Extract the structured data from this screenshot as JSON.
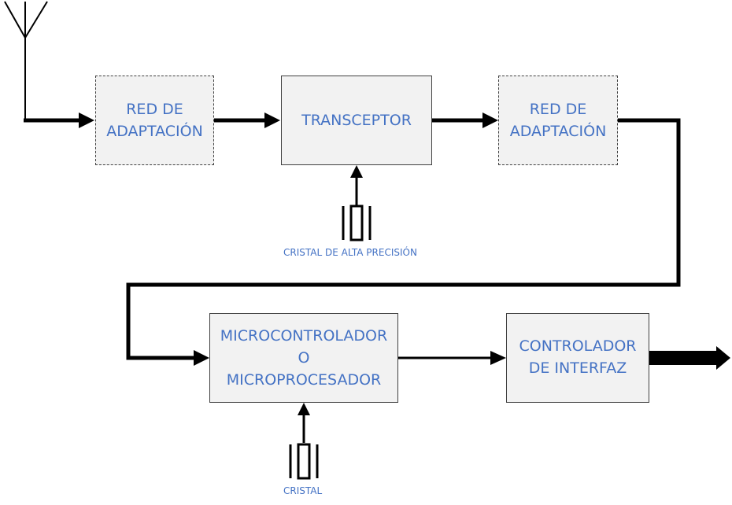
{
  "blocks": {
    "red1": "RED DE\nADAPTACIÓN",
    "transceptor": "TRANSCEPTOR",
    "red2": "RED DE\nADAPTACIÓN",
    "micro": "MICROCONTROLADOR\nO\nMICROPROCESADOR",
    "controlador": "CONTROLADOR\nDE INTERFAZ"
  },
  "captions": {
    "cristal_alta": "CRISTAL DE ALTA PRECISIÓN",
    "cristal": "CRISTAL"
  },
  "colors": {
    "text": "#4472c4",
    "box_fill": "#f2f2f2",
    "line": "#000000"
  },
  "icons": {
    "antenna": "antenna-icon",
    "crystal": "crystal-icon"
  }
}
